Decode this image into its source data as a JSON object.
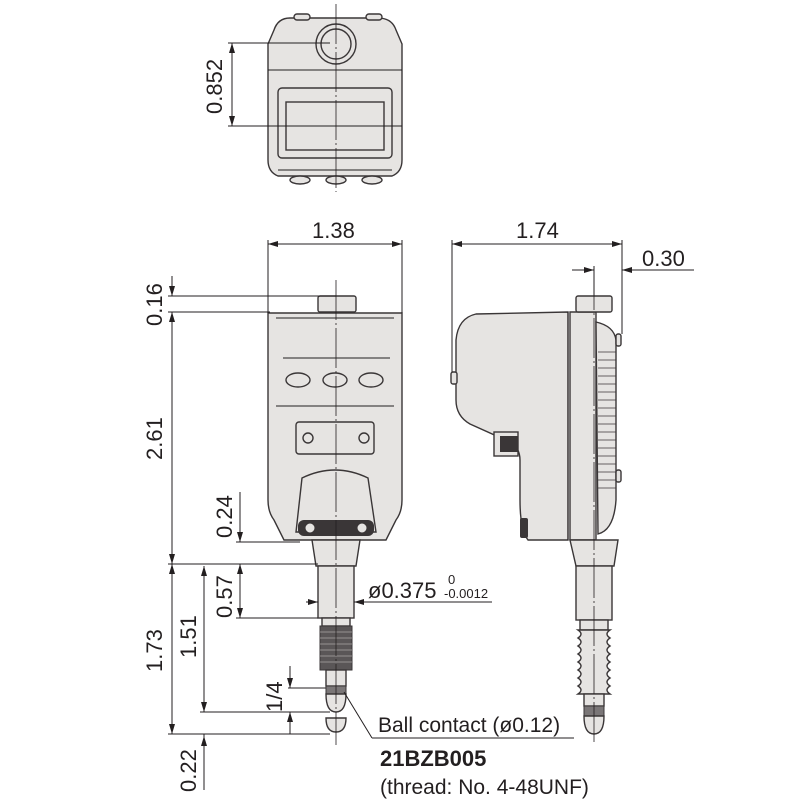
{
  "drawing": {
    "title": "Dimensional drawing - digital indicator",
    "units": "inch",
    "colors": {
      "line": "#231f20",
      "body_fill": "#e6e4e2",
      "dark": "#3a3637",
      "background": "#ffffff"
    }
  },
  "top_view": {
    "dims": {
      "height_offset": "0.852"
    }
  },
  "front_view": {
    "dims": {
      "width": "1.38",
      "top_cap": "0.16",
      "body_height": "2.61",
      "lower_section": "0.24",
      "stem_length": "0.57",
      "stem_diameter": "ø0.375",
      "stem_tol_upper": "0",
      "stem_tol_lower": "-0.0012",
      "total_below_body": "1.73",
      "to_contact": "1.51",
      "thread_pitch_label": "1/4",
      "contact_extension": "0.22"
    }
  },
  "side_view": {
    "dims": {
      "depth": "1.74",
      "back_offset": "0.30"
    }
  },
  "notes": {
    "ball_contact": "Ball contact (ø0.12)",
    "part_number": "21BZB005",
    "thread": "(thread: No. 4-48UNF)"
  }
}
